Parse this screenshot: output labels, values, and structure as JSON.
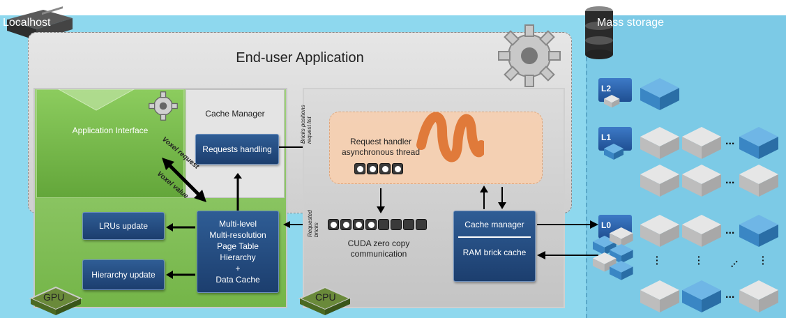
{
  "localhost_label": "Localhost",
  "mass_storage_label": "Mass storage",
  "app_title": "End-user Application",
  "gpu_label": "GPU",
  "cpu_label": "CPU",
  "app_interface_label": "Application Interface",
  "cache_manager_title": "Cache Manager",
  "requests_handling_label": "Requests handling",
  "voxel_request_label": "Voxel request",
  "voxel_value_label": "Voxel value",
  "lru_update_label": "LRUs update",
  "hierarchy_update_label": "Hierarchy update",
  "page_table_lines": [
    "Multi-level",
    "Multi-resolution",
    "Page Table",
    "Hierarchy",
    "+",
    "Data Cache"
  ],
  "bricks_positions_label": "Bricks positions request list",
  "requested_bricks_label": "Requested bricks",
  "request_handler_label": "Request handler asynchronous thread",
  "cuda_label": "CUDA zero copy communication",
  "cpu_cache_manager_label": "Cache manager",
  "ram_cache_label": "RAM brick cache",
  "levels": [
    "L2",
    "L1",
    "L0"
  ],
  "ellipsis": "...",
  "colors": {
    "gpu_green": "#74b548",
    "blue_button": "#1c3e6e",
    "cpu_gray": "#c4c4c4",
    "background_cyan": "#8ed8ee"
  }
}
